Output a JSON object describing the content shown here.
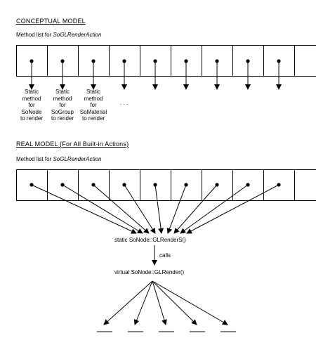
{
  "conceptual": {
    "heading": "CONCEPTUAL MODEL",
    "method_list_prefix": "Method list for ",
    "method_list_action": "SoGLRenderAction",
    "cell_count": 10,
    "labels": [
      "Static\nmethod\nfor\nSoNode\nto render",
      "Static\nmethod\nfor\nSoGroup\nto render",
      "Static\nmethod\nfor\nSoMaterial\nto render"
    ],
    "ellipsis": ". . ."
  },
  "real": {
    "heading": "REAL MODEL (For All Built-in Actions)",
    "method_list_prefix": "Method list for ",
    "method_list_action": "SoGLRenderAction",
    "cell_count": 10,
    "static_method": "static SoNode::GLRenderS()",
    "calls_label": "calls",
    "virtual_method": "virtual SoNode::GLRender()",
    "derived_slots": 5
  }
}
